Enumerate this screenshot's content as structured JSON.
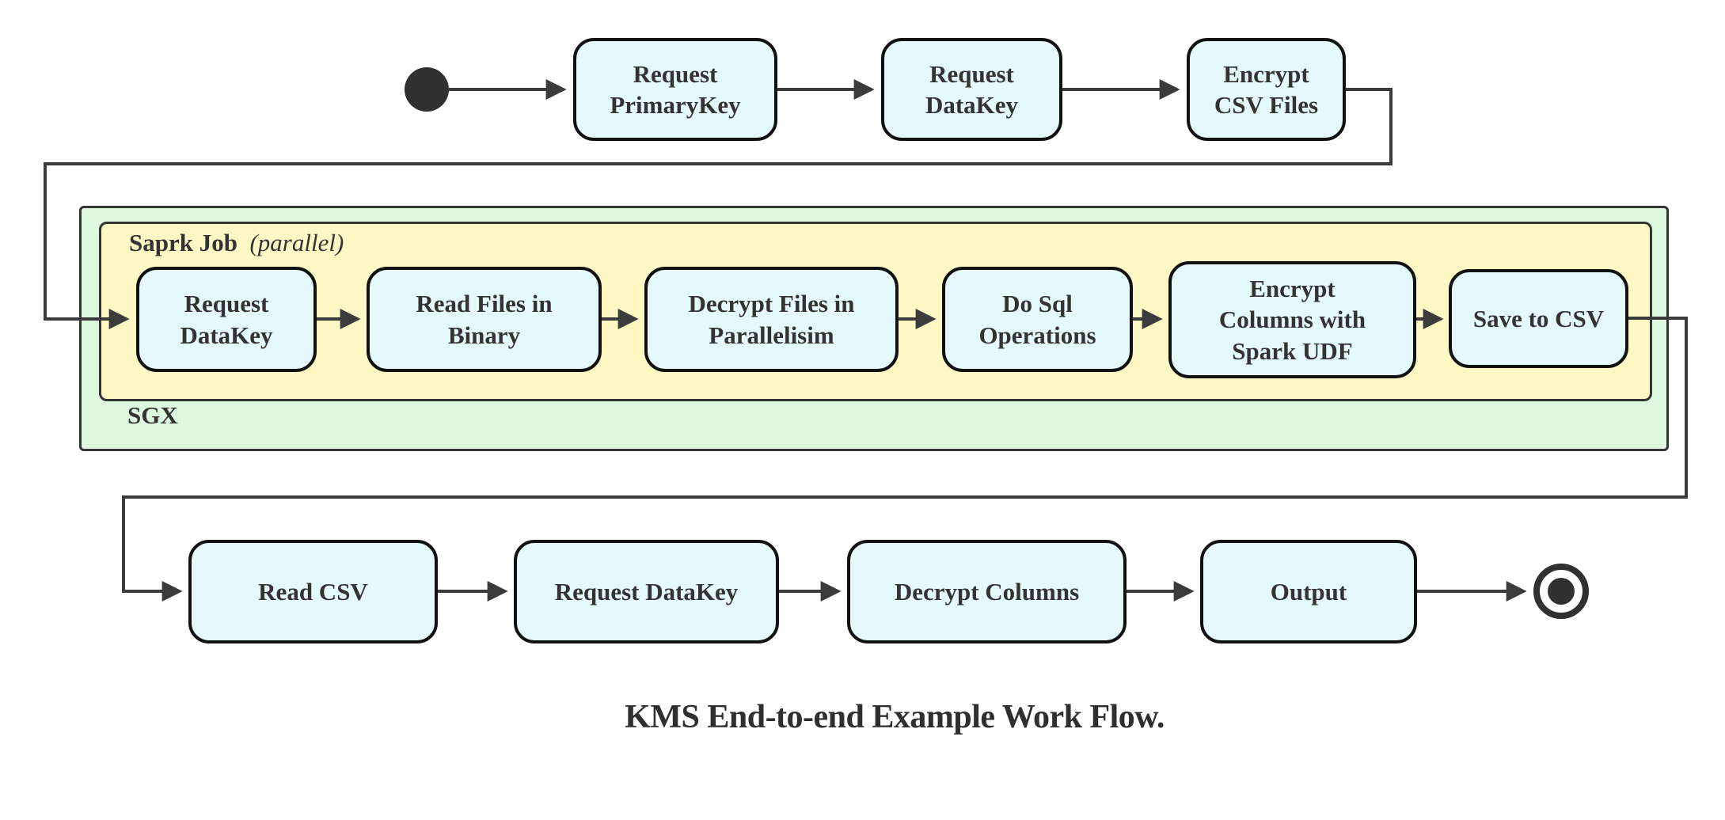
{
  "diagram": {
    "caption": "KMS End-to-end Example Work Flow.",
    "type": "state-flow-diagram",
    "colors": {
      "node_fill": "#e5f8fc",
      "node_border": "#111111",
      "spark_container_fill": "#fdf8c4",
      "sgx_container_fill": "#ddf8de",
      "container_border": "#343434",
      "edge": "#3b3b3b",
      "text": "#333333"
    }
  },
  "containers": {
    "sgx": {
      "label": "SGX"
    },
    "spark": {
      "label": "Saprk Job",
      "note": "(parallel)"
    }
  },
  "nodes": {
    "t1": {
      "label": "Request\nPrimaryKey"
    },
    "t2": {
      "label": "Request\nDataKey"
    },
    "t3": {
      "label": "Encrypt\nCSV Files"
    },
    "m1": {
      "label": "Request\nDataKey"
    },
    "m2": {
      "label": "Read Files in\nBinary"
    },
    "m3": {
      "label": "Decrypt Files in\nParallelisim"
    },
    "m4": {
      "label": "Do Sql\nOperations"
    },
    "m5": {
      "label": "Encrypt\nColumns with\nSpark UDF"
    },
    "m6": {
      "label": "Save to CSV"
    },
    "b1": {
      "label": "Read CSV"
    },
    "b2": {
      "label": "Request DataKey"
    },
    "b3": {
      "label": "Decrypt Columns"
    },
    "b4": {
      "label": "Output"
    }
  },
  "flow": {
    "sequence": [
      "start",
      "Request PrimaryKey",
      "Request DataKey",
      "Encrypt CSV Files",
      "Request DataKey (SGX)",
      "Read Files in Binary",
      "Decrypt Files in Parallelisim",
      "Do Sql Operations",
      "Encrypt Columns with Spark UDF",
      "Save to CSV",
      "Read CSV",
      "Request DataKey",
      "Decrypt Columns",
      "Output",
      "end"
    ]
  }
}
